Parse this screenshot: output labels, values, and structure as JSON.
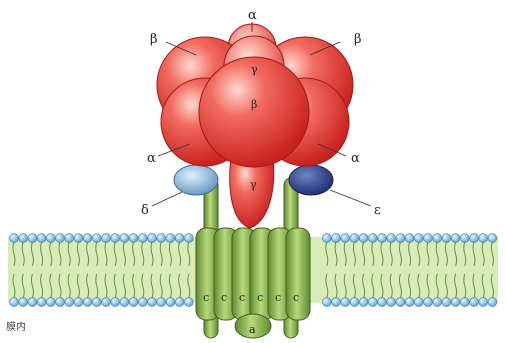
{
  "labels": {
    "alpha_top": "α",
    "beta_left": "β",
    "beta_right": "β",
    "gamma_top": "γ",
    "beta_center": "β",
    "alpha_left": "α",
    "alpha_right": "α",
    "gamma_bottom": "γ",
    "delta": "δ",
    "epsilon": "ε",
    "c_subunit": "c",
    "a_subunit": "a",
    "membrane_inner": "膜内"
  },
  "colors": {
    "f1_red": "#e8463f",
    "f1_red_light": "#f8a8a0",
    "delta_blue": "#8ab4d8",
    "epsilon_navy": "#2a3f8a",
    "stalk_green": "#9cc25a",
    "stalk_dark": "#4a6e22",
    "lipid_head": "#8fc7e8",
    "lipid_tail": "#6a8f3a",
    "membrane_fill": "#d7ecb8"
  }
}
